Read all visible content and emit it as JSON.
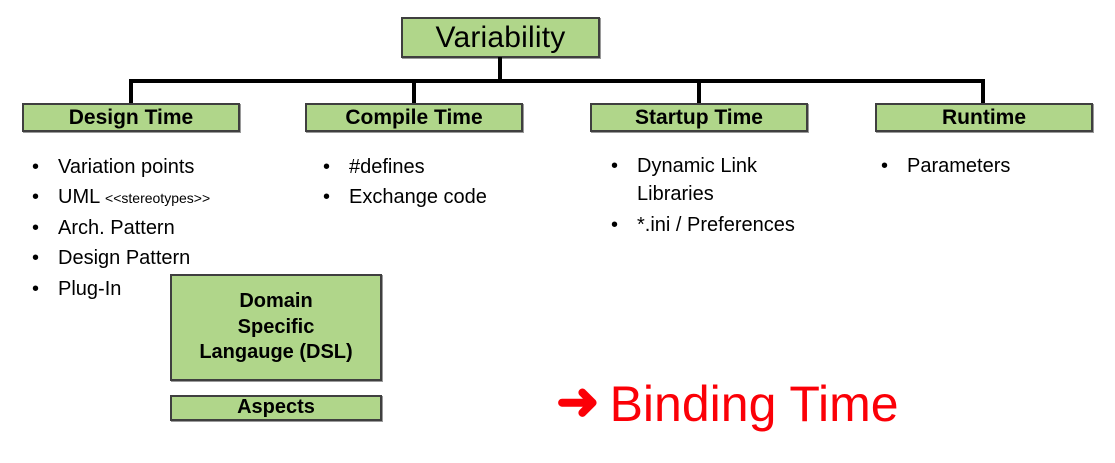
{
  "diagram": {
    "title": "Variability",
    "root": {
      "label": "Variability"
    },
    "categories": [
      {
        "label": "Design Time",
        "items": [
          {
            "text": "Variation points"
          },
          {
            "text": "UML",
            "suffix": "<<stereotypes>>"
          },
          {
            "text": "Arch. Pattern"
          },
          {
            "text": "Design Pattern"
          },
          {
            "text": "Plug-In"
          }
        ]
      },
      {
        "label": "Compile Time",
        "items": [
          {
            "text": "#defines"
          },
          {
            "text": "Exchange code"
          }
        ]
      },
      {
        "label": "Startup Time",
        "items": [
          {
            "text": "Dynamic Link Libraries"
          },
          {
            "text": "*.ini / Preferences"
          }
        ]
      },
      {
        "label": "Runtime",
        "items": [
          {
            "text": "Parameters"
          }
        ]
      }
    ],
    "extra_boxes": [
      {
        "label": "Domain\nSpecific\nLangauge (DSL)",
        "line1": "Domain",
        "line2": "Specific",
        "line3": "Langauge (DSL)"
      },
      {
        "label": "Aspects"
      }
    ],
    "callout": {
      "arrow_icon": "right-arrow-icon",
      "arrow_glyph": "➜",
      "label": "Binding Time"
    },
    "bullet_glyph": "•",
    "colors": {
      "box_fill": "#b0d68a",
      "box_border": "#3f3f3f",
      "connector": "#000000",
      "callout_red": "#fb0007",
      "text": "#000000",
      "background": "#ffffff"
    }
  }
}
